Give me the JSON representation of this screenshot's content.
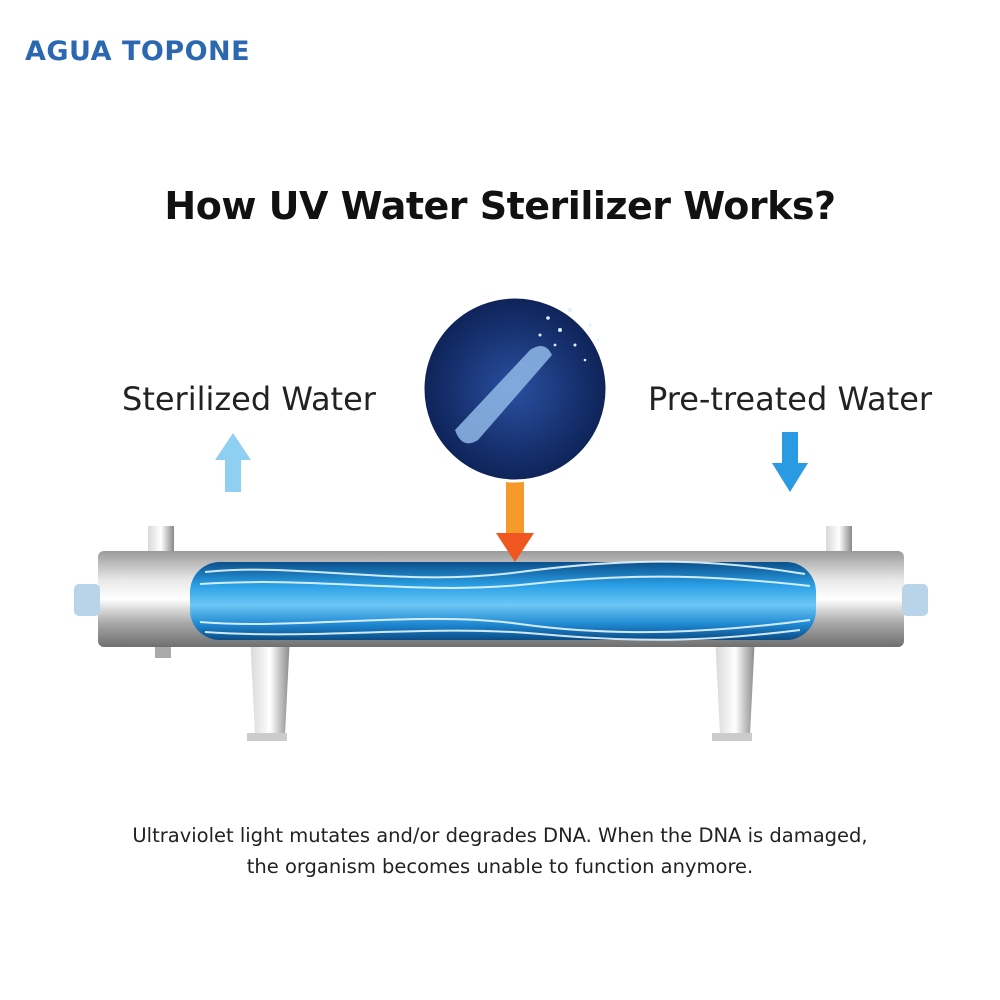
{
  "brand": {
    "logo_text": "AGUA TOPONE",
    "color": "#2b68b1"
  },
  "title": "How UV Water Sterilizer Works?",
  "labels": {
    "outlet": "Sterilized Water",
    "inlet": "Pre-treated Water"
  },
  "caption": {
    "line1": "Ultraviolet light mutates and/or degrades DNA. When the DNA is damaged,",
    "line2": "the organism becomes unable to function anymore."
  },
  "colors": {
    "uv_arrow": "#f0561f",
    "outlet_arrow": "#8fd0f2",
    "inlet_arrow": "#2a9be3",
    "water": "#1a8fd8"
  }
}
